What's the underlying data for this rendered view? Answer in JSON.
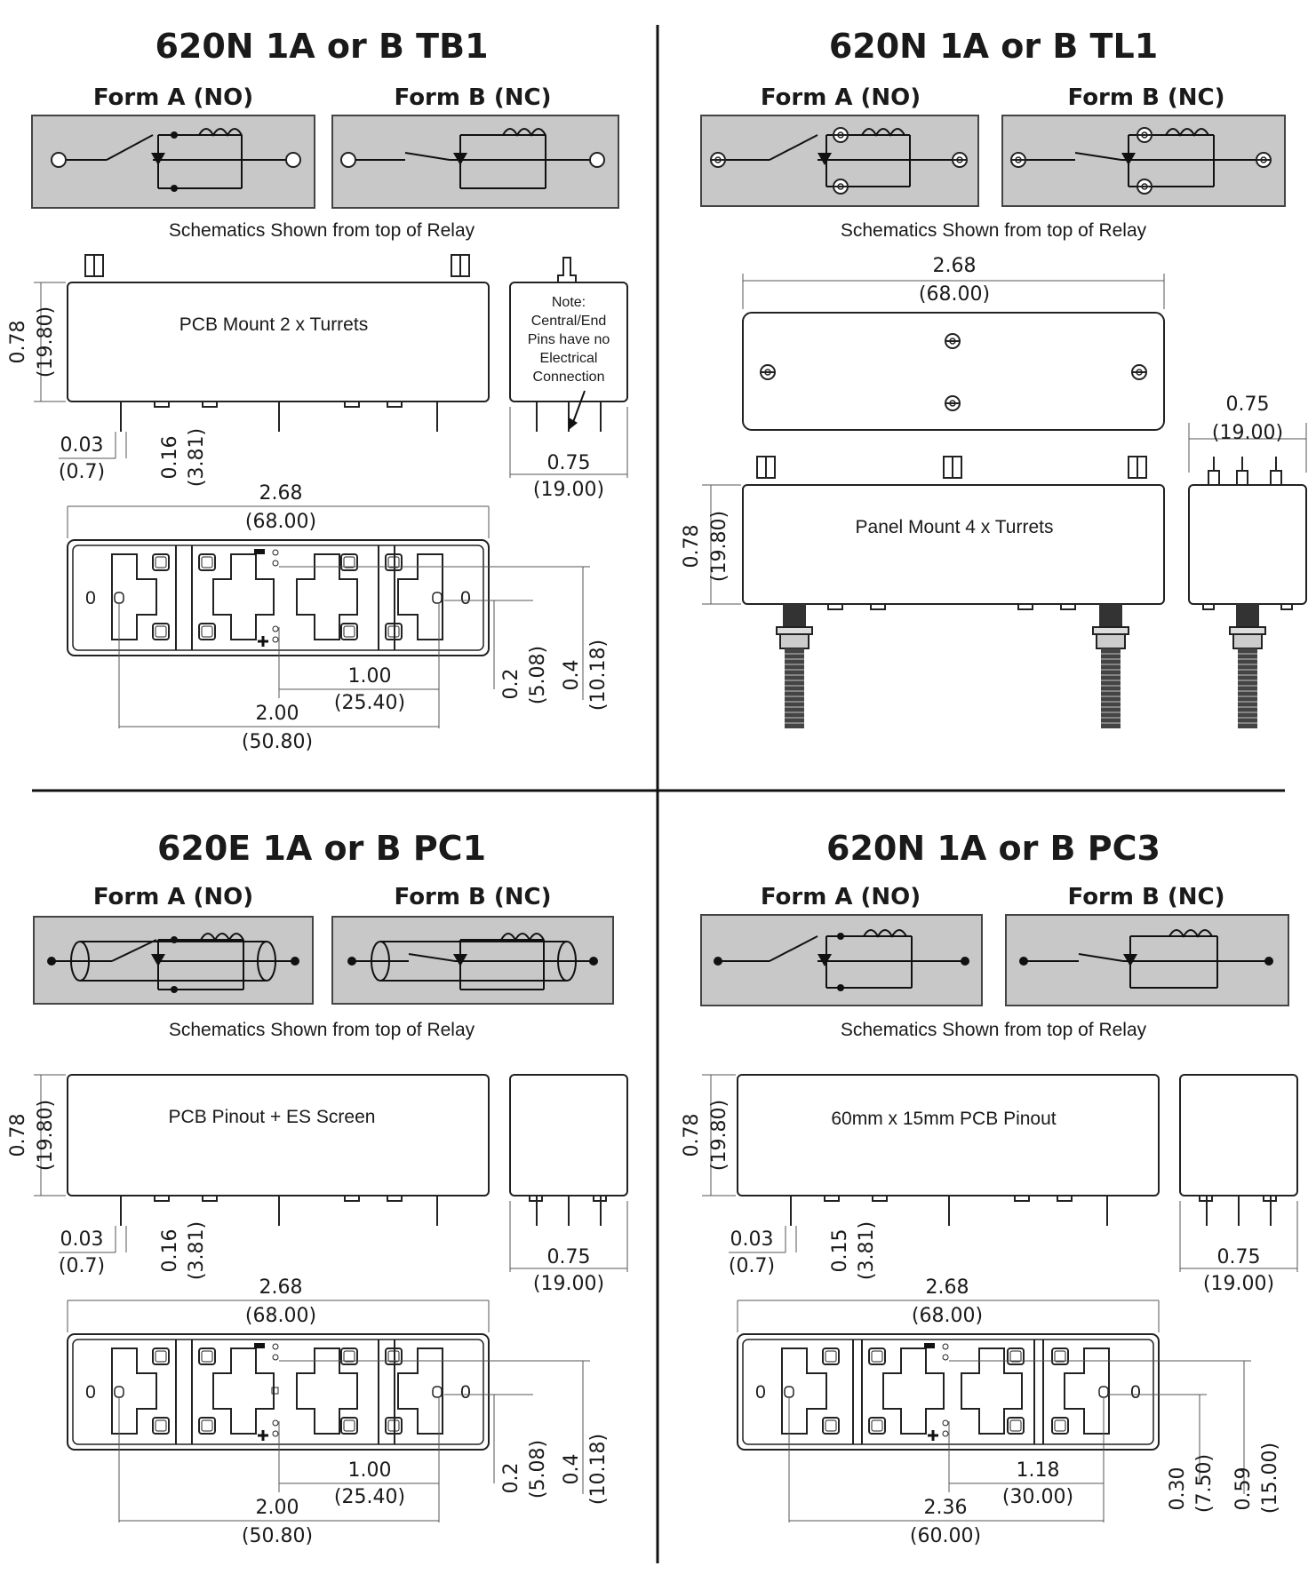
{
  "schematic_note": "Schematics Shown from top of Relay",
  "form_a": "Form A (NO)",
  "form_b": "Form B (NC)",
  "quadrants": {
    "tb1": {
      "title": "620N 1A or B TB1",
      "body_label": "PCB Mount 2 x Turrets",
      "note": [
        "Note:",
        "Central/End",
        "Pins have no",
        "Electrical",
        "Connection"
      ],
      "height_in": "0.78",
      "height_mm": "(19.80)",
      "pin_in": "0.03",
      "pin_mm": "(0.7)",
      "pin_len_in": "0.16",
      "pin_len_mm": "(3.81)",
      "width_in": "0.75",
      "width_mm": "(19.00)",
      "length_in": "2.68",
      "length_mm": "(68.00)",
      "pitch_in": "1.00",
      "pitch_mm": "(25.40)",
      "span_in": "2.00",
      "span_mm": "(50.80)",
      "off1_in": "0.2",
      "off1_mm": "(5.08)",
      "off2_in": "0.4",
      "off2_mm": "(10.18)"
    },
    "tl1": {
      "title": "620N 1A or B TL1",
      "body_label": "Panel Mount 4 x Turrets",
      "length_in": "2.68",
      "length_mm": "(68.00)",
      "width_in": "0.75",
      "width_mm": "(19.00)",
      "height_in": "0.78",
      "height_mm": "(19.80)"
    },
    "pc1": {
      "title": "620E 1A or B PC1",
      "body_label": "PCB Pinout + ES Screen",
      "height_in": "0.78",
      "height_mm": "(19.80)",
      "pin_in": "0.03",
      "pin_mm": "(0.7)",
      "pin_len_in": "0.16",
      "pin_len_mm": "(3.81)",
      "width_in": "0.75",
      "width_mm": "(19.00)",
      "length_in": "2.68",
      "length_mm": "(68.00)",
      "pitch_in": "1.00",
      "pitch_mm": "(25.40)",
      "span_in": "2.00",
      "span_mm": "(50.80)",
      "off1_in": "0.2",
      "off1_mm": "(5.08)",
      "off2_in": "0.4",
      "off2_mm": "(10.18)"
    },
    "pc3": {
      "title": "620N 1A or B PC3",
      "body_label": "60mm x 15mm PCB Pinout",
      "height_in": "0.78",
      "height_mm": "(19.80)",
      "pin_in": "0.03",
      "pin_mm": "(0.7)",
      "pin_len_in": "0.15",
      "pin_len_mm": "(3.81)",
      "width_in": "0.75",
      "width_mm": "(19.00)",
      "length_in": "2.68",
      "length_mm": "(68.00)",
      "pitch_in": "1.18",
      "pitch_mm": "(30.00)",
      "span_in": "2.36",
      "span_mm": "(60.00)",
      "off1_in": "0.30",
      "off1_mm": "(7.50)",
      "off2_in": "0.59",
      "off2_mm": "(15.00)"
    }
  }
}
